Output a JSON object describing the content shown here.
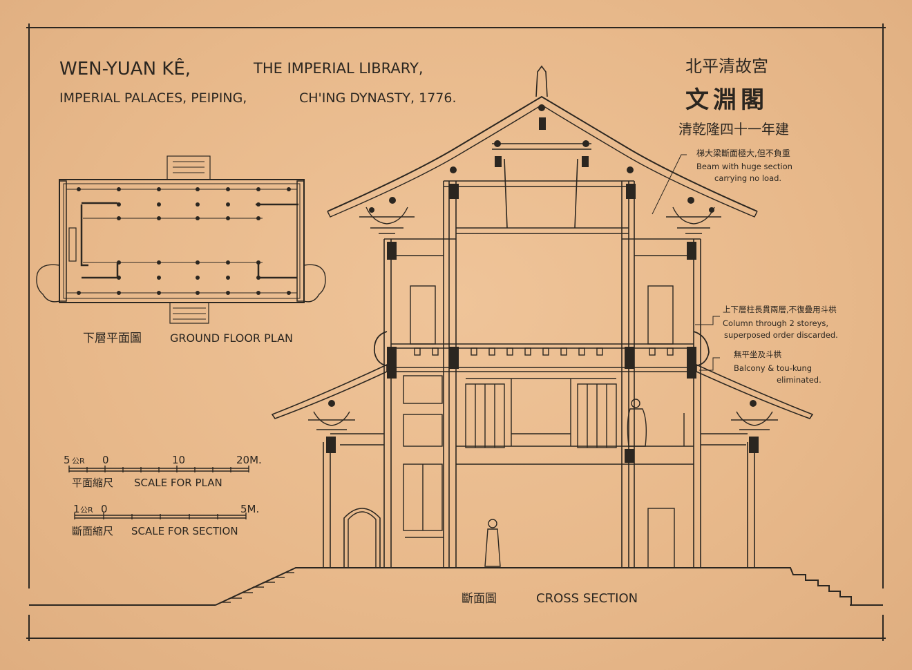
{
  "title_en": {
    "line1_a": "WEN-YUAN KÊ,",
    "line1_b": "THE IMPERIAL LIBRARY,",
    "line2_a": "IMPERIAL PALACES, PEIPING,",
    "line2_b": "CH'ING DYNASTY, 1776."
  },
  "title_zh": {
    "line1": "北平清故宮",
    "line2": "文淵閣",
    "line3": "清乾隆四十一年建"
  },
  "plan": {
    "label_zh": "下層平面圖",
    "label_en": "GROUND FLOOR PLAN"
  },
  "scale_plan": {
    "ticks": [
      "5",
      "0",
      "10",
      "20M."
    ],
    "tick_sub": "公R",
    "label_zh": "平面縮尺",
    "label_en": "SCALE FOR PLAN"
  },
  "scale_section": {
    "ticks": [
      "1",
      "0",
      "5M."
    ],
    "tick_sub": "公R",
    "label_zh": "斷面縮尺",
    "label_en": "SCALE FOR SECTION"
  },
  "section": {
    "label_zh": "斷面圖",
    "label_en": "CROSS SECTION"
  },
  "notes": [
    {
      "zh": "梯大梁斷面極大,但不負重",
      "en1": "Beam with huge section",
      "en2": "carrying no load."
    },
    {
      "zh": "上下層柱長貫兩層,不復疊用斗栱",
      "en1": "Column through 2 storeys,",
      "en2": "superposed order discarded."
    },
    {
      "zh": "無平坐及斗栱",
      "en1": "Balcony & tou-kung",
      "en2": "eliminated."
    }
  ],
  "colors": {
    "paper": "#e8b98b",
    "ink": "#2b2620"
  }
}
